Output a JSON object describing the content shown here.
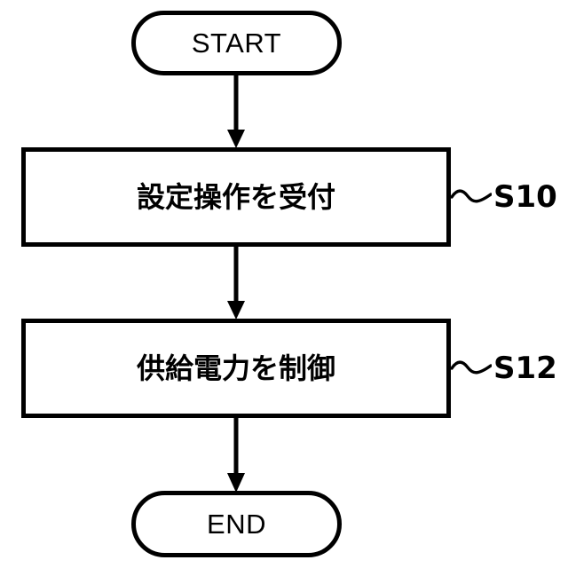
{
  "diagram": {
    "type": "flowchart",
    "orientation": "vertical",
    "background_color": "#ffffff",
    "stroke_color": "#000000",
    "nodes": [
      {
        "id": "start",
        "shape": "terminal",
        "label": "START"
      },
      {
        "id": "s10",
        "shape": "process",
        "label": "設定操作を受付",
        "step_ref": "S10"
      },
      {
        "id": "s12",
        "shape": "process",
        "label": "供給電力を制御",
        "step_ref": "S12"
      },
      {
        "id": "end",
        "shape": "terminal",
        "label": "END"
      }
    ],
    "connectors": [
      {
        "id": "start-to-s10",
        "from": "start",
        "to": "s10",
        "arrowhead": "solid-triangle"
      },
      {
        "id": "s10-to-s12",
        "from": "s10",
        "to": "s12",
        "arrowhead": "solid-triangle"
      },
      {
        "id": "s12-to-end",
        "from": "s12",
        "to": "end",
        "arrowhead": "solid-triangle"
      }
    ]
  }
}
